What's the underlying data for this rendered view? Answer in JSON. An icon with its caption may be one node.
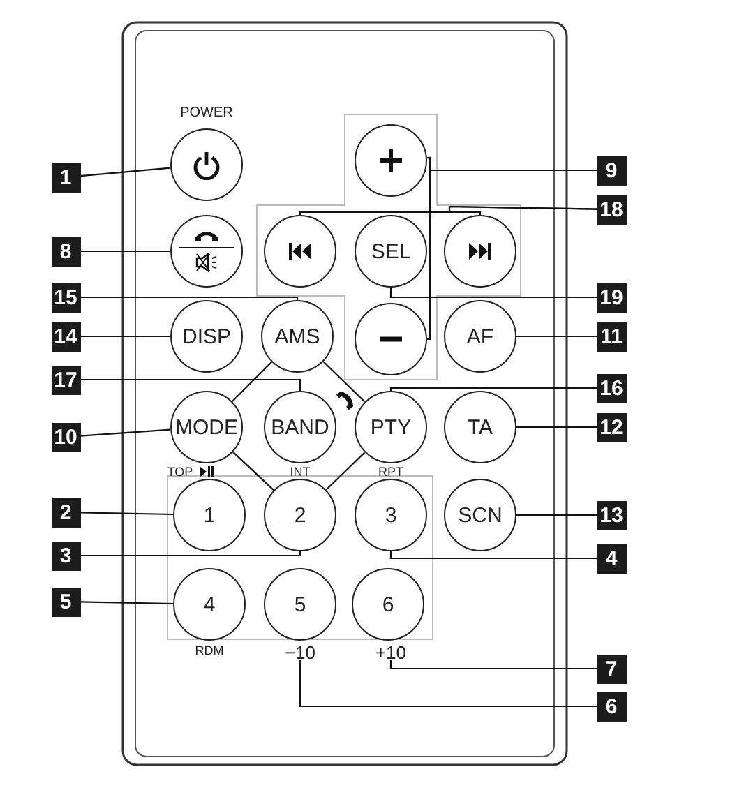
{
  "diagram": {
    "nodes": [
      {
        "text": [],
        "shape": "circle"
      },
      {
        "text": [],
        "shape": "circle"
      },
      {
        "text": [
          "1"
        ]
      },
      {
        "text": [
          "9"
        ]
      },
      {
        "text": [
          "18"
        ]
      },
      {
        "text": [],
        "shape": "circle"
      },
      {
        "text": [],
        "shape": "circle"
      },
      {
        "text": [
          "SEL"
        ]
      },
      {
        "text": [],
        "shape": "circle"
      },
      {
        "text": [
          "8"
        ]
      },
      {
        "text": [
          "15"
        ]
      },
      {
        "text": [
          "19"
        ]
      },
      {
        "text": [
          "DISP"
        ]
      },
      {
        "text": [
          "AMS"
        ]
      },
      {
        "text": [],
        "shape": "circle"
      },
      {
        "text": [
          "AF"
        ]
      },
      {
        "text": [
          "14"
        ]
      },
      {
        "text": [
          "11"
        ]
      },
      {
        "text": [
          "17"
        ]
      },
      {
        "text": [
          "16"
        ]
      },
      {
        "text": [
          "MODE"
        ]
      },
      {
        "text": [
          "BAND"
        ]
      },
      {
        "text": [
          "PTY"
        ]
      },
      {
        "text": [
          "TA"
        ]
      },
      {
        "text": [
          "10"
        ]
      },
      {
        "text": [
          "12"
        ]
      },
      {
        "text": [
          "2"
        ]
      },
      {
        "text": [
          "1"
        ]
      },
      {
        "text": [
          "2"
        ]
      },
      {
        "text": [
          "3"
        ]
      },
      {
        "text": [
          "SCN"
        ]
      },
      {
        "text": [
          "13"
        ]
      },
      {
        "text": [
          "3"
        ]
      },
      {
        "text": [
          "4"
        ]
      },
      {
        "text": [
          "5"
        ]
      },
      {
        "text": [
          "4"
        ]
      },
      {
        "text": [
          "5"
        ]
      },
      {
        "text": [
          "6"
        ]
      },
      {
        "text": [
          "−10"
        ]
      },
      {
        "text": [
          "+10"
        ]
      },
      {
        "text": [
          "7"
        ]
      },
      {
        "text": [
          "6"
        ]
      }
    ],
    "edges": [
      {
        "from": 2,
        "to": 0,
        "arrow": "none"
      },
      {
        "from": 3,
        "to": 1,
        "arrow": "none"
      },
      {
        "from": 3,
        "to": 14,
        "arrow": "none"
      },
      {
        "from": 4,
        "to": 6,
        "arrow": "none"
      },
      {
        "from": 4,
        "to": 8,
        "arrow": "none"
      },
      {
        "from": 9,
        "to": 5,
        "arrow": "none"
      },
      {
        "from": 10,
        "to": 13,
        "arrow": "none"
      },
      {
        "from": 11,
        "to": 7,
        "arrow": "none"
      },
      {
        "from": 16,
        "to": 12,
        "arrow": "none"
      },
      {
        "from": 17,
        "to": 15,
        "arrow": "none"
      },
      {
        "from": 18,
        "to": 21,
        "arrow": "none"
      },
      {
        "from": 19,
        "to": 22,
        "arrow": "none"
      },
      {
        "from": 24,
        "to": 20,
        "arrow": "none"
      },
      {
        "from": 25,
        "to": 23,
        "arrow": "none"
      },
      {
        "from": 26,
        "to": 27,
        "arrow": "none"
      },
      {
        "from": 31,
        "to": 30,
        "arrow": "none"
      },
      {
        "from": 32,
        "to": 28,
        "arrow": "none"
      },
      {
        "from": 33,
        "to": 29,
        "arrow": "none"
      },
      {
        "from": 34,
        "to": 35,
        "arrow": "none"
      },
      {
        "from": 40,
        "to": 39,
        "arrow": "none"
      },
      {
        "from": 41,
        "to": 38,
        "arrow": "none"
      },
      {
        "from": 13,
        "to": 20,
        "arrow": "none"
      },
      {
        "from": 13,
        "to": 22,
        "arrow": "none"
      },
      {
        "from": 20,
        "to": 28,
        "arrow": "none"
      },
      {
        "from": 22,
        "to": 28,
        "arrow": "none"
      }
    ],
    "labels": [
      "POWER",
      "TOP",
      "INT",
      "RPT",
      "RDM"
    ]
  }
}
